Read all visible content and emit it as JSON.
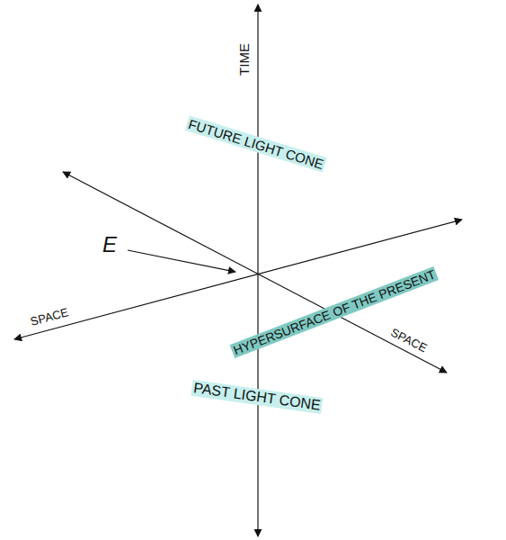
{
  "diagram": {
    "nodes": [
      {
        "text": [
          "FUTURE LIGHT CONE"
        ]
      },
      {
        "text": [
          "HYPERSURFACE OF THE PRESENT"
        ]
      },
      {
        "text": [
          "PAST LIGHT CONE"
        ]
      }
    ],
    "labels": [
      "TIME",
      "E",
      "SPACE",
      "SPACE"
    ]
  }
}
